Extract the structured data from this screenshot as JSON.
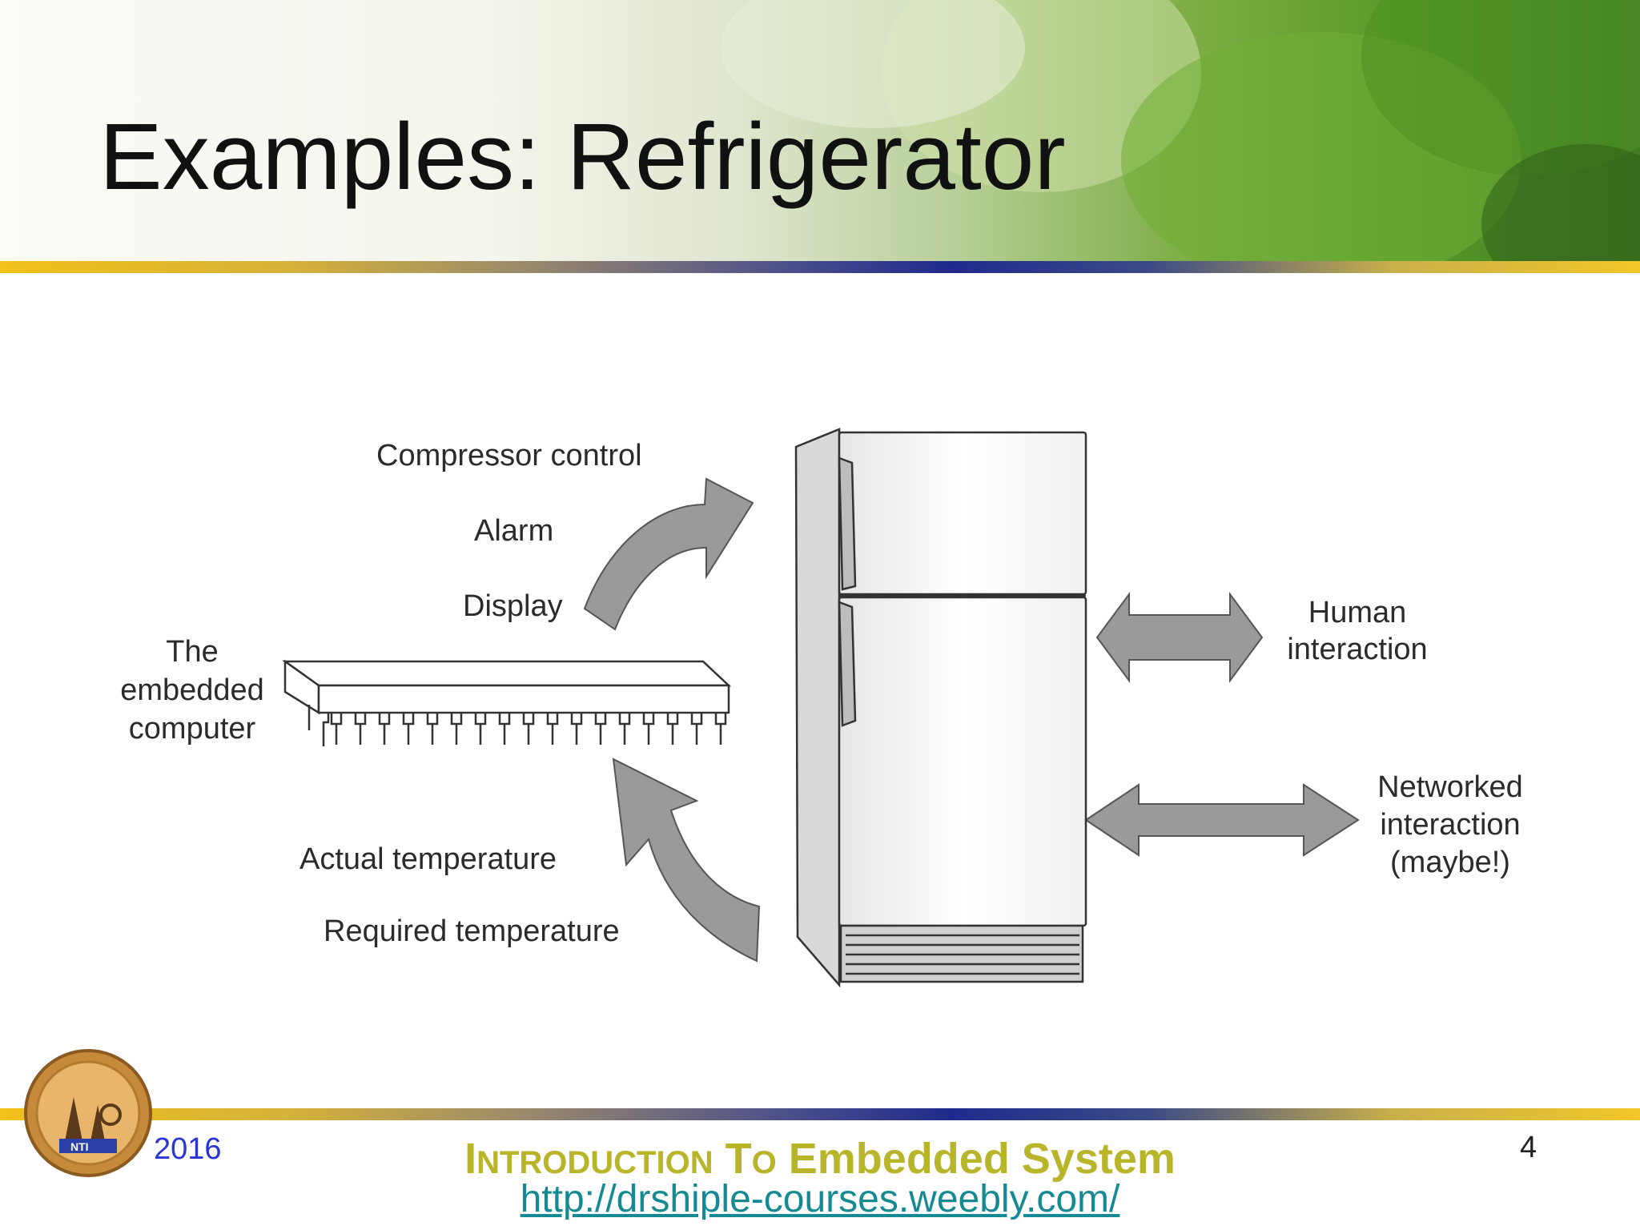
{
  "slide": {
    "title": "Examples: Refrigerator"
  },
  "diagram": {
    "labels": {
      "compressor": "Compressor control",
      "alarm": "Alarm",
      "display": "Display",
      "embedded_line1": "The",
      "embedded_line2": "embedded",
      "embedded_line3": "computer",
      "actual_temp": "Actual temperature",
      "required_temp": "Required temperature",
      "human_line1": "Human",
      "human_line2": "interaction",
      "networked_line1": "Networked",
      "networked_line2": "interaction",
      "networked_line3": "(maybe!)"
    }
  },
  "footer": {
    "year": "2016",
    "title_part1_big": "I",
    "title_part1_small": "NTRODUCTION",
    "title_part2_big": "T",
    "title_part2_small": "O",
    "title_part3": "Embedded System",
    "url": "http://drshiple-courses.weebly.com/",
    "page_number": "4",
    "logo_text": "NTI"
  },
  "colors": {
    "band": "#1f2a8c",
    "accent_gold": "#f2c21a",
    "footer_title": "#b9b52a",
    "url": "#158a92",
    "year": "#2a35d8"
  }
}
